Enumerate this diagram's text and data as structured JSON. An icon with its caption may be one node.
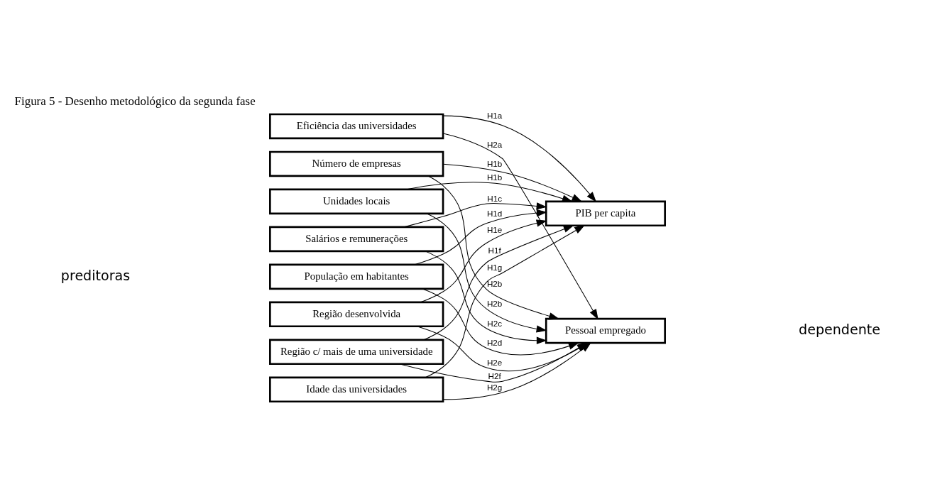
{
  "diagram": {
    "title": "Figura 5 - Desenho metodológico da segunda fase",
    "nodes": [
      {
        "text": [
          "Eficiência das universidades"
        ]
      },
      {
        "text": [
          "Número de empresas"
        ]
      },
      {
        "text": [
          "Unidades locais"
        ]
      },
      {
        "text": [
          "Salários e remunerações"
        ]
      },
      {
        "text": [
          "População em habitantes"
        ]
      },
      {
        "text": [
          "Região desenvolvida"
        ]
      },
      {
        "text": [
          "Região c/ mais de uma universidade"
        ]
      },
      {
        "text": [
          "Idade das universidades"
        ]
      },
      {
        "text": [
          "PIB per capita"
        ]
      },
      {
        "text": [
          "Pessoal empregado"
        ]
      }
    ],
    "edges": [
      {
        "from": 0,
        "to": 8,
        "arrow": "to",
        "label": "H1a"
      },
      {
        "from": 0,
        "to": 9,
        "arrow": "to",
        "label": "H2a"
      },
      {
        "from": 1,
        "to": 8,
        "arrow": "to",
        "label": "H1b"
      },
      {
        "from": 1,
        "to": 9,
        "arrow": "to",
        "label": "H2b"
      },
      {
        "from": 2,
        "to": 8,
        "arrow": "to",
        "label": "H1b"
      },
      {
        "from": 2,
        "to": 9,
        "arrow": "to",
        "label": "H2b"
      },
      {
        "from": 3,
        "to": 8,
        "arrow": "to",
        "label": "H1c"
      },
      {
        "from": 3,
        "to": 9,
        "arrow": "to",
        "label": "H2c"
      },
      {
        "from": 4,
        "to": 8,
        "arrow": "to",
        "label": "H1d"
      },
      {
        "from": 4,
        "to": 9,
        "arrow": "to",
        "label": "H2d"
      },
      {
        "from": 5,
        "to": 8,
        "arrow": "to",
        "label": "H1e"
      },
      {
        "from": 5,
        "to": 9,
        "arrow": "to",
        "label": "H2e"
      },
      {
        "from": 6,
        "to": 8,
        "arrow": "to",
        "label": "H1f"
      },
      {
        "from": 6,
        "to": 9,
        "arrow": "to",
        "label": "H2f"
      },
      {
        "from": 7,
        "to": 8,
        "arrow": "to",
        "label": "H1g"
      },
      {
        "from": 7,
        "to": 9,
        "arrow": "to",
        "label": "H2g"
      }
    ],
    "labels": [
      "preditoras",
      "dependente"
    ]
  }
}
